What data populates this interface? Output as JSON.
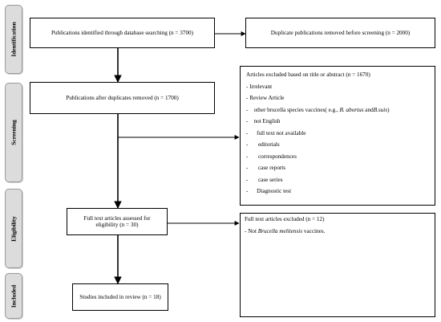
{
  "stages": [
    "Identification",
    "Screening",
    "Eligibility",
    "Included"
  ],
  "boxes": {
    "identified": "Publications identified through database searching (n =   3700)",
    "duplicates": "Duplicate publications removed before screening (n =   2000)",
    "after_dup": "Publications after duplicates removed (n = 1700)",
    "fulltext": "Full text articles assessed for eligibility (n =  30)",
    "included": "Studies included in review (n = 18)"
  },
  "excluded_title": {
    "header": "Articles excluded based on title or abstract (n =   1670)",
    "items": [
      "- Irrelevant",
      "- Review Article",
      "-    other brucella species vaccines( e.g.,",
      "-    not English",
      "-      full text not available",
      "-       editorials",
      "-       correspondences",
      "-       case reports",
      "-       case series",
      "-      Diagnostic test"
    ],
    "brucella_note": {
      "ital1": "B. abortus",
      "and": "and",
      "ital2": "B.suis",
      "close": ")"
    }
  },
  "excluded_full": {
    "header": "Full text articles excluded (n =  12)",
    "item_prefix": "- Not",
    "item_ital": "Brucella melitensis",
    "item_suffix": "vaccines."
  }
}
